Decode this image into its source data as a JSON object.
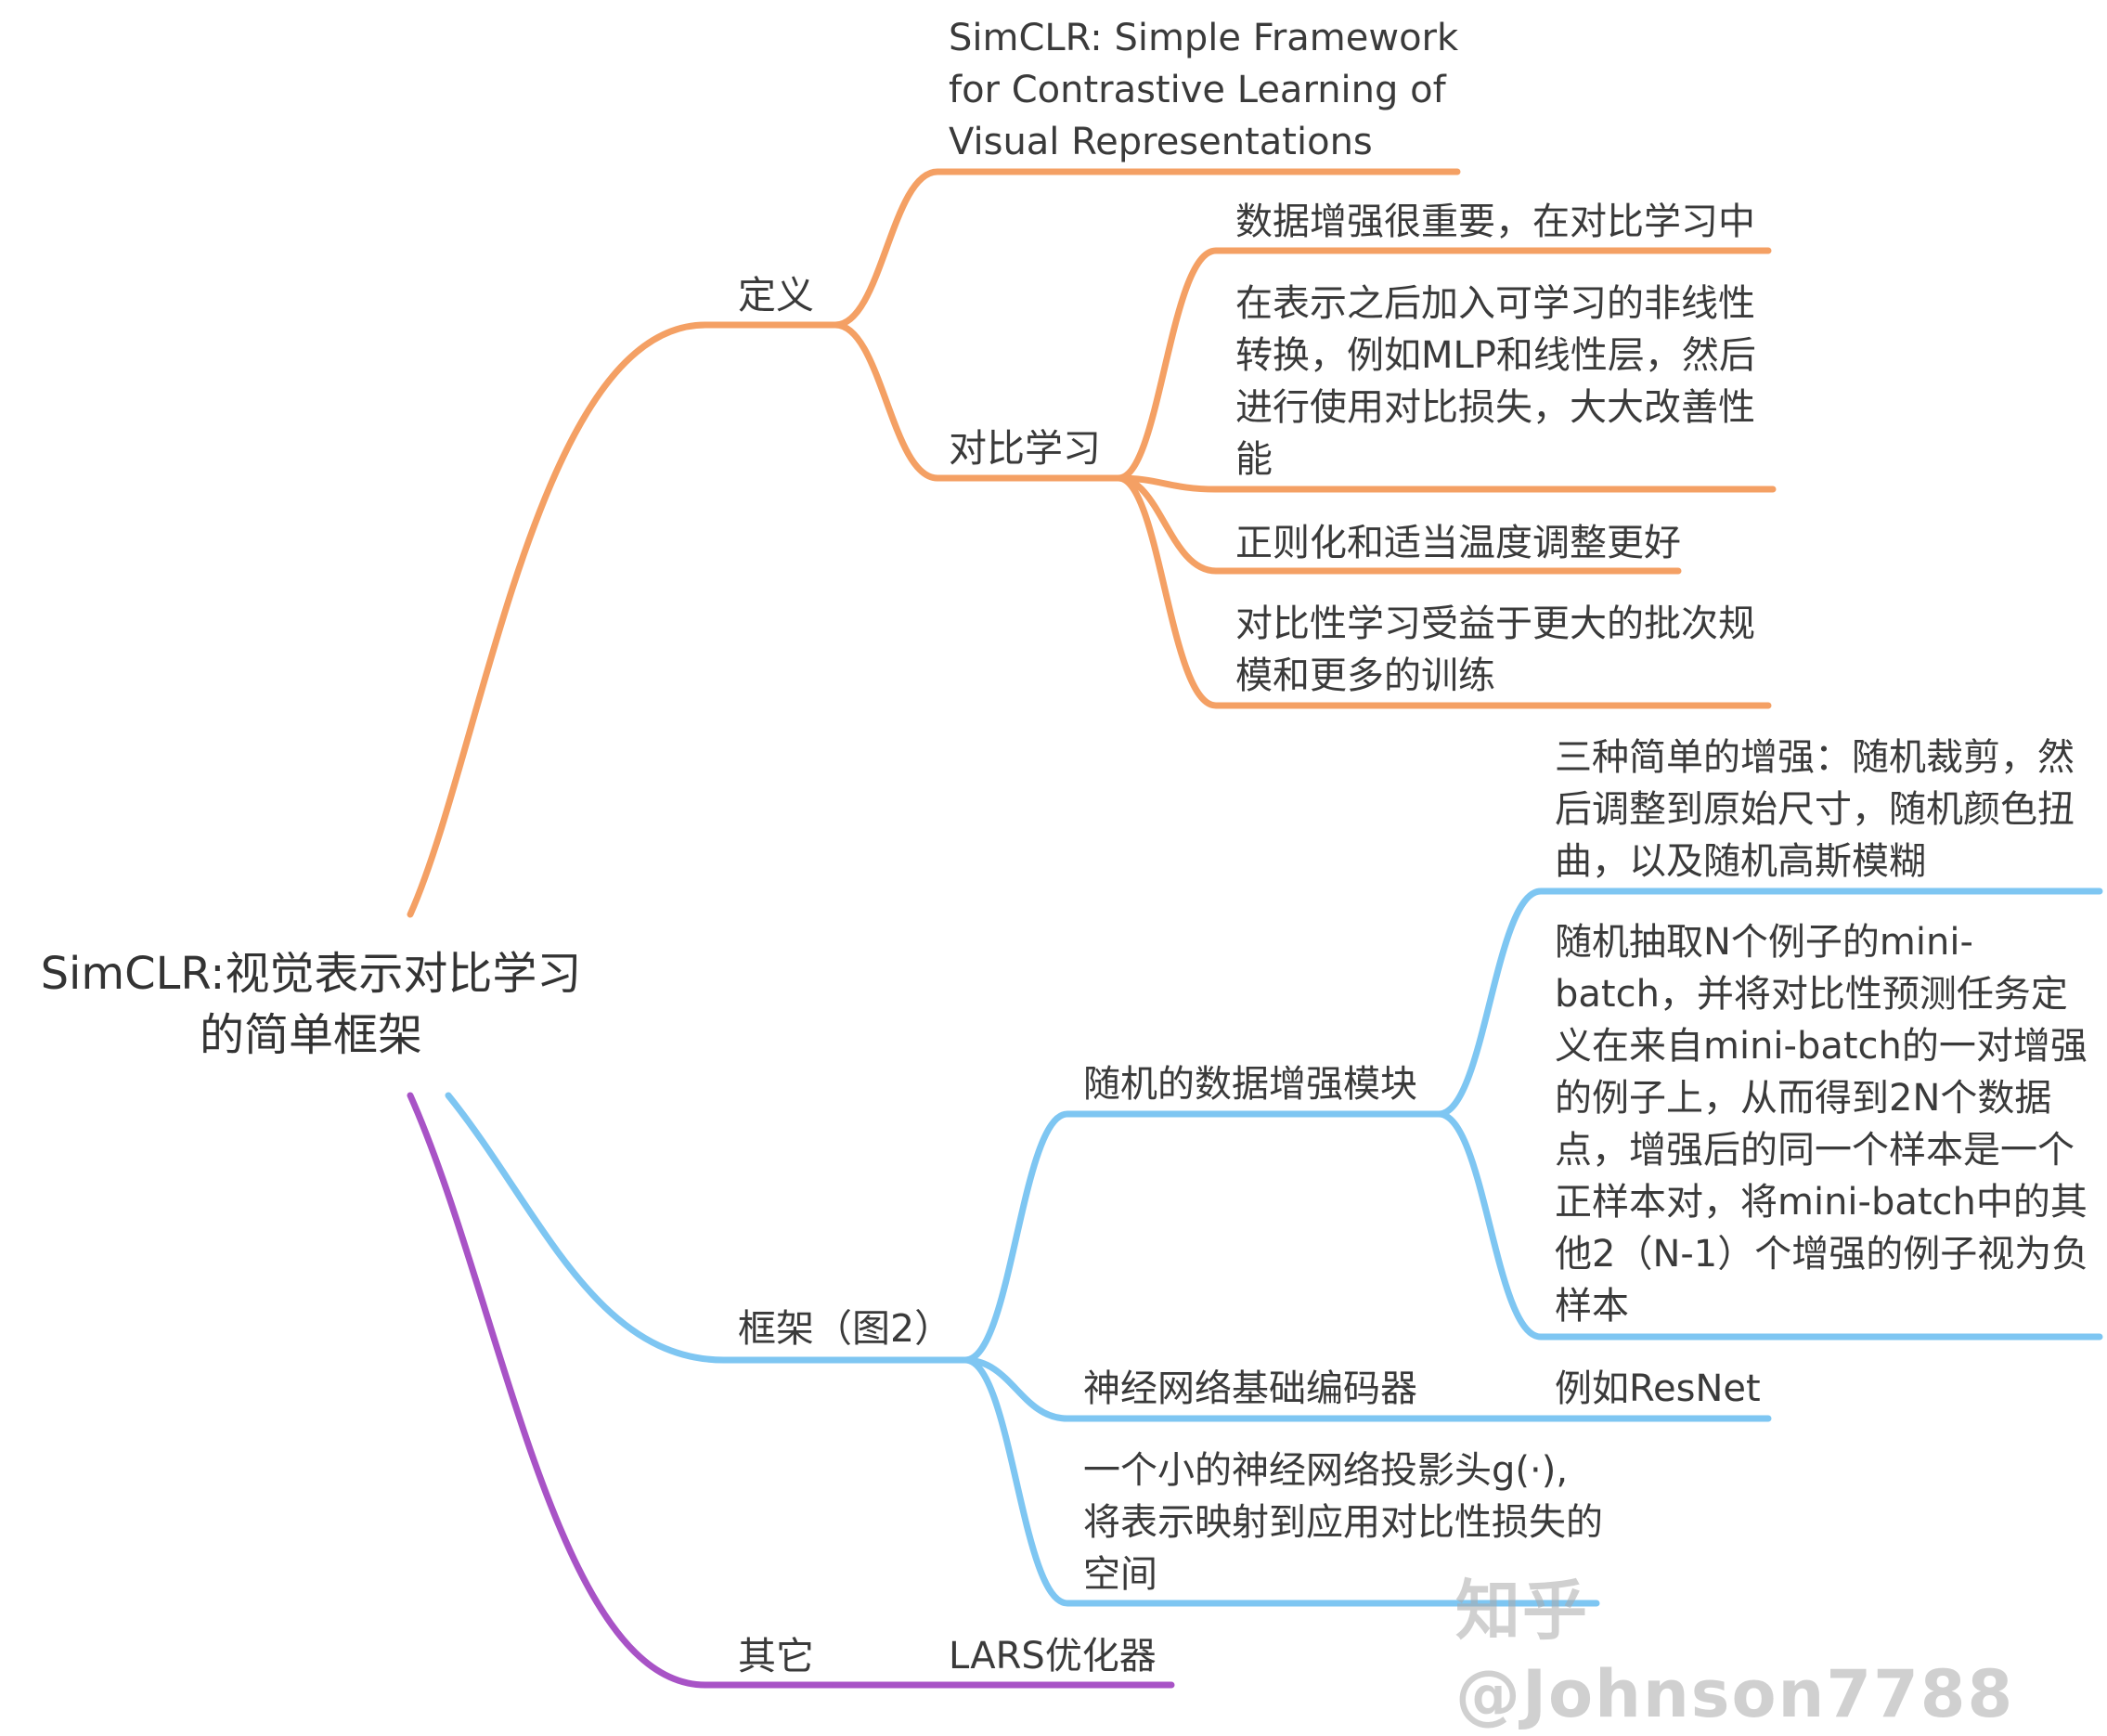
{
  "colors": {
    "orange": "#f4a064",
    "blue": "#7ec6f2",
    "purple": "#a853c6"
  },
  "root": {
    "label": "SimCLR:视觉表示对比学习\n的简单框架"
  },
  "branches": {
    "definition": {
      "label": "定义",
      "title_node": "SimCLR: Simple Framework\nfor Contrastive Learning of\nVisual Representations",
      "contrastive": {
        "label": "对比学习",
        "points": [
          "数据增强很重要，在对比学习中",
          "在表示之后加入可学习的非线性\n转换，例如MLP和线性层，然后\n进行使用对比损失，大大改善性\n能",
          "正则化和适当温度调整更好",
          "对比性学习受益于更大的批次规\n模和更多的训练"
        ]
      }
    },
    "framework": {
      "label": "框架（图2）",
      "augmentation": {
        "label": "随机的数据增强模块",
        "points": [
          "三种简单的增强：随机裁剪，然\n后调整到原始尺寸，随机颜色扭\n曲，以及随机高斯模糊",
          "随机抽取N个例子的mini-\nbatch，并将对比性预测任务定\n义在来自mini-batch的一对增强\n的例子上，从而得到2N个数据\n点，增强后的同一个样本是一个\n正样本对，将mini-batch中的其\n他2（N-1）个增强的例子视为负\n样本"
        ]
      },
      "encoder": {
        "label": "神经网络基础编码器",
        "example": "例如ResNet"
      },
      "projection": {
        "label": "一个小的神经网络投影头g(·),\n将表示映射到应用对比性损失的\n空间"
      }
    },
    "other": {
      "label": "其它",
      "optimizer": "LARS优化器"
    }
  },
  "watermark": "知乎 @Johnson7788"
}
